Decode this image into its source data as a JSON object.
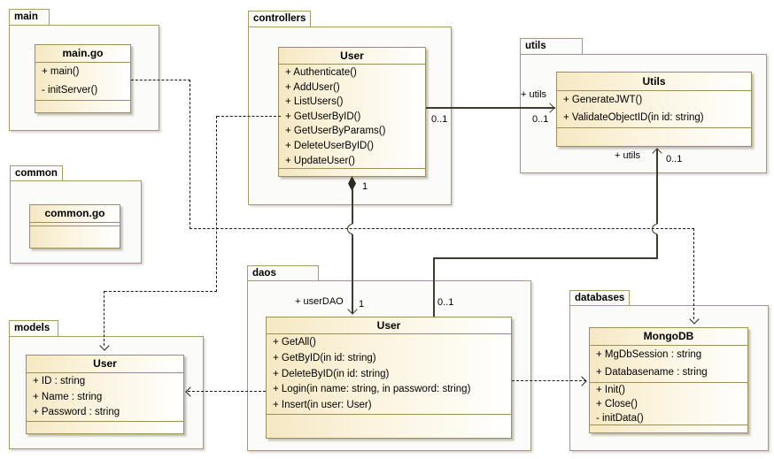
{
  "packages": {
    "main": "main",
    "controllers": "controllers",
    "utils": "utils",
    "common": "common",
    "models": "models",
    "daos": "daos",
    "databases": "databases"
  },
  "classes": {
    "main_go": {
      "name": "main.go",
      "members": [
        "+ main()",
        "- initServer()"
      ]
    },
    "controllers_user": {
      "name": "User",
      "methods": [
        "+ Authenticate()",
        "+ AddUser()",
        "+ ListUsers()",
        "+ GetUserByID()",
        "+ GetUserByParams()",
        "+ DeleteUserByID()",
        "+ UpdateUser()"
      ]
    },
    "utils": {
      "name": "Utils",
      "methods": [
        "+ GenerateJWT()",
        "+ ValidateObjectID(in id: string)"
      ]
    },
    "common_go": {
      "name": "common.go"
    },
    "models_user": {
      "name": "User",
      "attributes": [
        "+ ID : string",
        "+ Name : string",
        "+ Password : string"
      ]
    },
    "daos_user": {
      "name": "User",
      "methods": [
        "+ GetAll()",
        "+ GetByID(in id: string)",
        "+ DeleteByID(in id: string)",
        "+ Login(in name: string, in password: string)",
        "+ Insert(in user: User)"
      ]
    },
    "mongodb": {
      "name": "MongoDB",
      "attributes": [
        "+ MgDbSession : string",
        "+ Databasename : string"
      ],
      "methods": [
        "+ Init()",
        "+ Close()",
        "- initData()"
      ]
    }
  },
  "edge_labels": {
    "controllers_utils": {
      "source_mult": "0..1",
      "role": "+ utils",
      "target_mult": "0..1"
    },
    "controllers_daos": {
      "source_mult": "1",
      "role": "+ userDAO",
      "target_mult": "1"
    },
    "daos_utils": {
      "source_mult": "0..1",
      "role": "+ utils",
      "target_mult": "0..1"
    }
  },
  "colors": {
    "node_border": "#9c8f57",
    "package_border": "#a79b62",
    "node_fill_start": "#f5e8c3",
    "node_fill_end": "#ffffff",
    "package_fill": "#fbfbf9",
    "solid_line": "#3f3b2f",
    "dashed_line": "#1a1a1a"
  }
}
